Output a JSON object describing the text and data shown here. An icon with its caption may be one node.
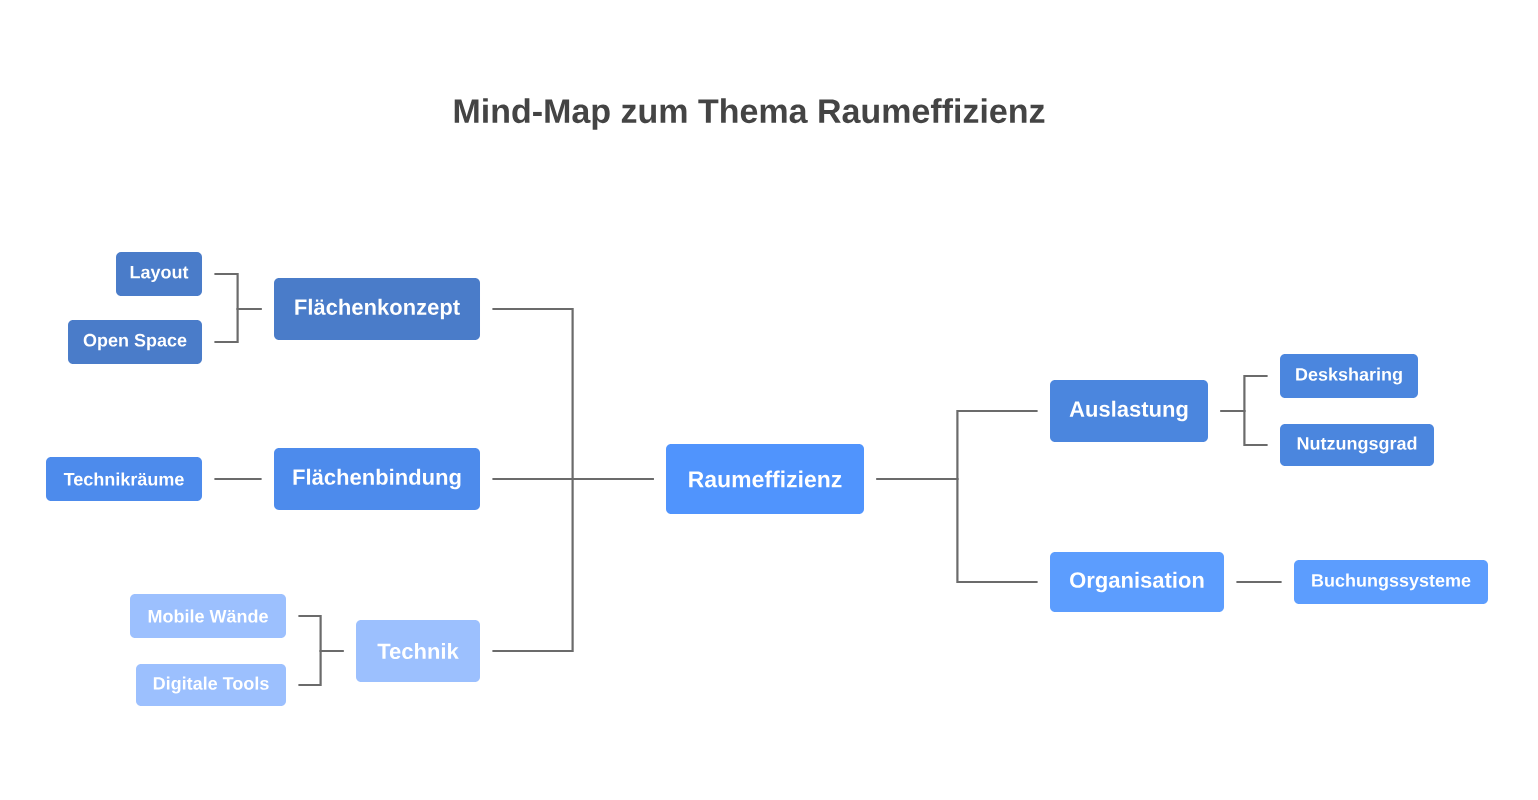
{
  "diagram": {
    "title": "Mind-Map zum Thema Raumeffizienz",
    "nodes": [
      {
        "text": [
          "Raumeffizienz"
        ]
      },
      {
        "text": [
          "Flächenkonzept"
        ]
      },
      {
        "text": [
          "Layout"
        ]
      },
      {
        "text": [
          "Open Space"
        ]
      },
      {
        "text": [
          "Flächenbindung"
        ]
      },
      {
        "text": [
          "Technikräume"
        ]
      },
      {
        "text": [
          "Technik"
        ]
      },
      {
        "text": [
          "Mobile Wände"
        ]
      },
      {
        "text": [
          "Digitale Tools"
        ]
      },
      {
        "text": [
          "Auslastung"
        ]
      },
      {
        "text": [
          "Desksharing"
        ]
      },
      {
        "text": [
          "Nutzungsgrad"
        ]
      },
      {
        "text": [
          "Organisation"
        ]
      },
      {
        "text": [
          "Buchungssysteme"
        ]
      }
    ],
    "edges": [
      {
        "from": 0,
        "to": 1,
        "arrow": "none"
      },
      {
        "from": 0,
        "to": 4,
        "arrow": "none"
      },
      {
        "from": 0,
        "to": 6,
        "arrow": "none"
      },
      {
        "from": 0,
        "to": 9,
        "arrow": "none"
      },
      {
        "from": 0,
        "to": 12,
        "arrow": "none"
      },
      {
        "from": 1,
        "to": 2,
        "arrow": "none"
      },
      {
        "from": 1,
        "to": 3,
        "arrow": "none"
      },
      {
        "from": 4,
        "to": 5,
        "arrow": "none"
      },
      {
        "from": 6,
        "to": 7,
        "arrow": "none"
      },
      {
        "from": 6,
        "to": 8,
        "arrow": "none"
      },
      {
        "from": 9,
        "to": 10,
        "arrow": "none"
      },
      {
        "from": 9,
        "to": 11,
        "arrow": "none"
      },
      {
        "from": 12,
        "to": 13,
        "arrow": "none"
      }
    ]
  }
}
